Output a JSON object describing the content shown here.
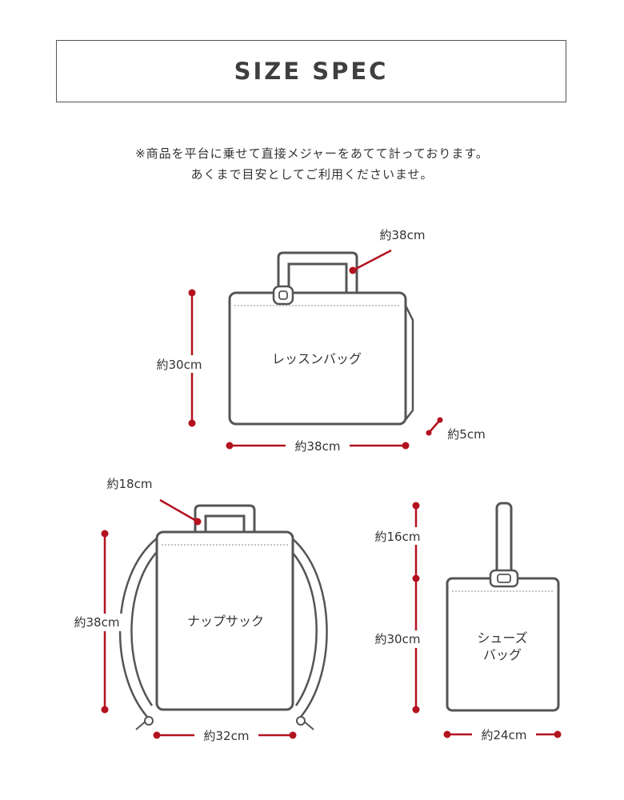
{
  "header": {
    "title": "SIZE SPEC"
  },
  "note": {
    "line1": "※商品を平台に乗せて直接メジャーをあてて計っております。",
    "line2": "あくまで目安としてご利用くださいませ。"
  },
  "lesson_bag": {
    "name": "レッスンバッグ",
    "handle": "約38cm",
    "height": "約30cm",
    "width": "約38cm",
    "depth": "約5cm"
  },
  "knapsack": {
    "name": "ナップサック",
    "handle": "約18cm",
    "height": "約38cm",
    "width": "約32cm"
  },
  "shoe_bag": {
    "name_line1": "シューズ",
    "name_line2": "バッグ",
    "handle": "約16cm",
    "height": "約30cm",
    "width": "約24cm"
  },
  "colors": {
    "accent": "#b3121f",
    "outline": "#555555"
  }
}
